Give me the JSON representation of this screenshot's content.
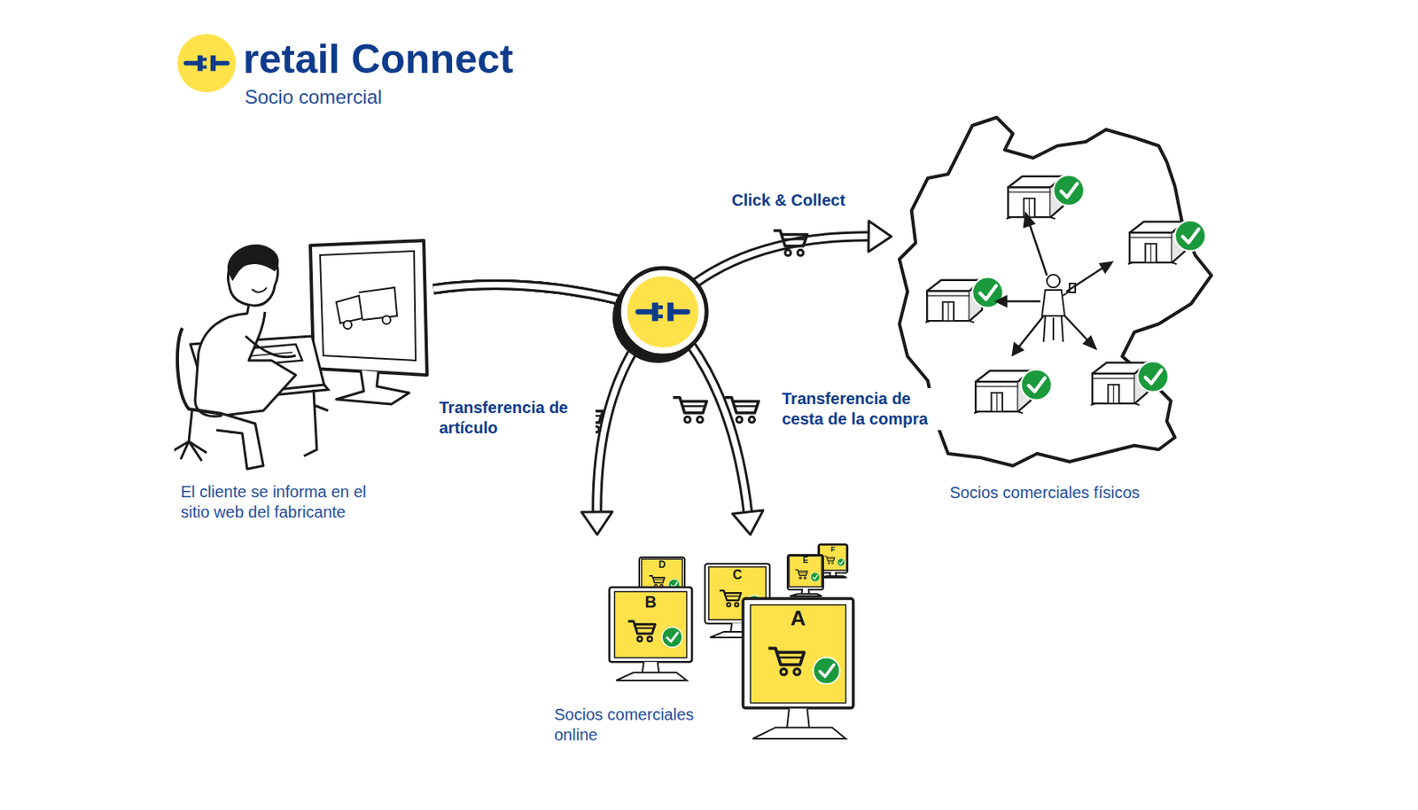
{
  "diagram": {
    "title": "retail Connect",
    "nodes": [
      {
        "text": [
          "El cliente se informa en el sitio web del fabricante"
        ]
      },
      {
        "text": [
          "Socios comerciales físicos"
        ]
      },
      {
        "text": [
          "Socios comerciales online"
        ]
      },
      {
        "text": [
          "A"
        ],
        "in": 2
      },
      {
        "text": [
          "B"
        ],
        "in": 2
      },
      {
        "text": [
          "C"
        ],
        "in": 2
      },
      {
        "text": [
          "D"
        ],
        "in": 2
      },
      {
        "text": [
          "E"
        ],
        "in": 2
      },
      {
        "text": [
          "F"
        ],
        "in": 2
      }
    ],
    "edges": [
      {
        "from": 0,
        "to": 2,
        "label": "Transferencia de artículo",
        "arrow": "to"
      },
      {
        "from": 0,
        "to": 2,
        "label": "Transferencia de cesta de la compra",
        "arrow": "to"
      },
      {
        "from": 0,
        "to": 1,
        "label": "Click & Collect",
        "arrow": "to"
      }
    ],
    "labels": [
      "Socio comercial"
    ]
  }
}
